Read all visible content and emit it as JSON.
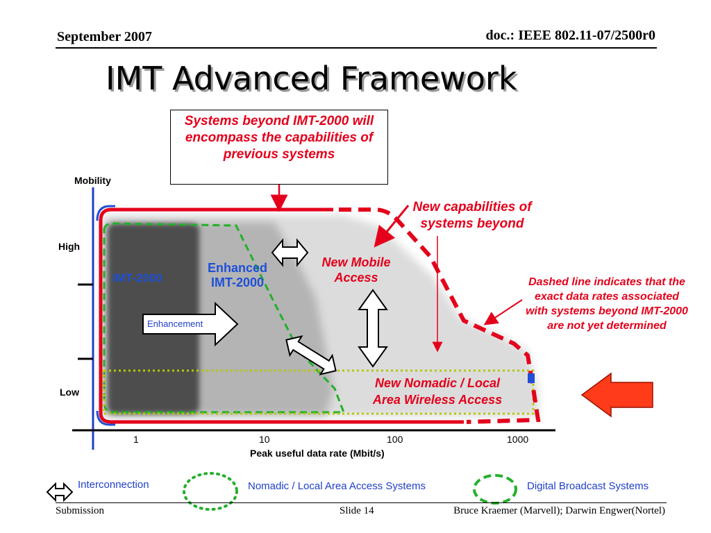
{
  "header": {
    "date": "September 2007",
    "doc_id": "doc.: IEEE 802.11-07/2500r0"
  },
  "title": "IMT Advanced Framework",
  "callout_box": "Systems beyond IMT-2000 will encompass the capabilities of previous systems",
  "diagram": {
    "y_axis_label": "Mobility",
    "y_high": "High",
    "y_low": "Low",
    "x_axis_label": "Peak useful data rate (Mbit/s)",
    "x_ticks": [
      "1",
      "10",
      "100",
      "1000"
    ],
    "region_imt2000": "IMT-2000",
    "region_enhanced_line1": "Enhanced",
    "region_enhanced_line2": "IMT-2000",
    "enhancement_arrow": "Enhancement",
    "new_mobile_access": "New Mobile Access",
    "new_nomadic_line1": "New Nomadic / Local",
    "new_nomadic_line2": "Area Wireless Access",
    "new_capabilities": "New capabilities of systems beyond",
    "dashed_note": "Dashed line indicates that the exact data rates associated with systems beyond IMT-2000 are not yet determined"
  },
  "legend": {
    "interconnection": "Interconnection",
    "nomadic": "Nomadic / Local Area Access Systems",
    "broadcast": "Digital Broadcast Systems"
  },
  "footer": {
    "left": "Submission",
    "slide": "Slide 14",
    "author": "Bruce Kraemer (Marvell); Darwin Engwer(Nortel)"
  },
  "colors": {
    "red": "#e4001b",
    "blue": "#1f4fd6",
    "green": "#22b02a",
    "yellow_green": "#b4c800"
  }
}
